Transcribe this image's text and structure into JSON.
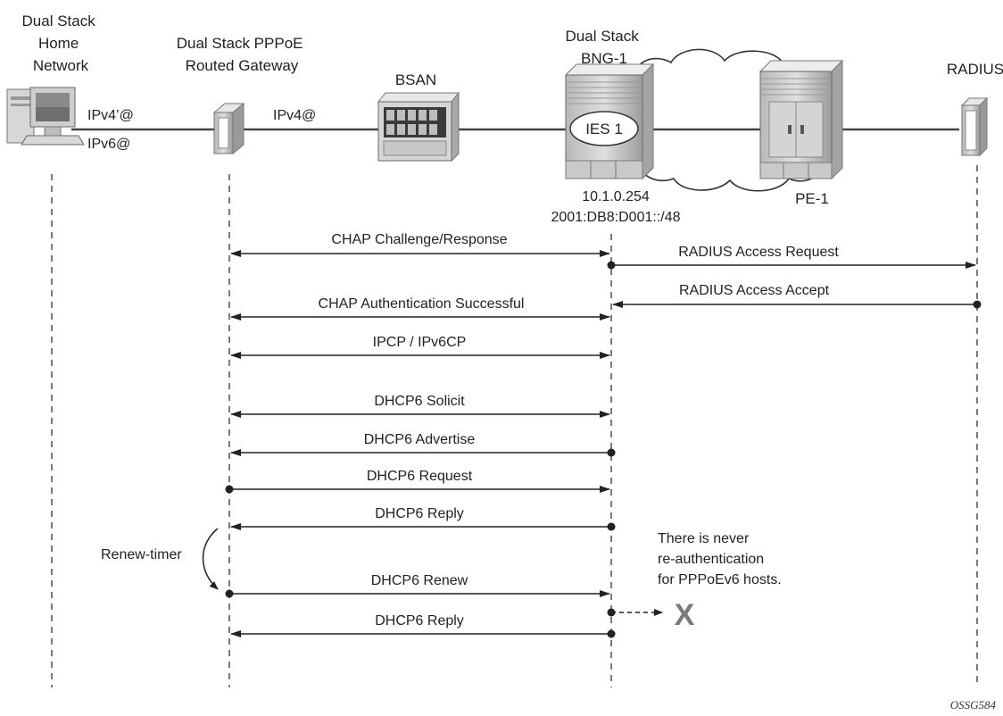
{
  "nodes": {
    "home": [
      "Dual Stack",
      "Home",
      "Network"
    ],
    "gateway": [
      "Dual Stack PPPoE",
      "Routed Gateway"
    ],
    "bsan": "BSAN",
    "bng": [
      "Dual Stack",
      "BNG-1"
    ],
    "ies": "IES 1",
    "bng_ip4": "10.1.0.254",
    "bng_ip6": "2001:DB8:D001::/48",
    "pe": "PE-1",
    "radius": "RADIUS"
  },
  "links": {
    "ipv4_home": "IPv4’@",
    "ipv6_home": "IPv6@",
    "ipv4_gw": "IPv4@"
  },
  "messages": [
    "CHAP Challenge/Response",
    "RADIUS Access Request",
    "RADIUS Access Accept",
    "CHAP Authentication Successful",
    "IPCP / IPv6CP",
    "DHCP6 Solicit",
    "DHCP6 Advertise",
    "DHCP6 Request",
    "DHCP6 Reply",
    "DHCP6 Renew",
    "DHCP6 Reply"
  ],
  "renew_timer": "Renew-timer",
  "note": [
    "There is never",
    "re-authentication",
    "for PPPoEv6 hosts."
  ],
  "x_mark": "X",
  "figure_code": "OSSG584"
}
